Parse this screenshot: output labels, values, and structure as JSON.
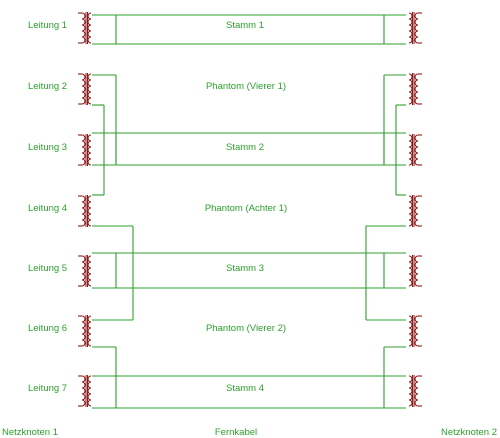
{
  "colors": {
    "wire": "#2ea02e",
    "coil": "#8b1a1a",
    "text": "#2ea02e"
  },
  "lines": [
    "Leitung 1",
    "Leitung 2",
    "Leitung 3",
    "Leitung 4",
    "Leitung 5",
    "Leitung 6",
    "Leitung 7"
  ],
  "circuits": [
    "Stamm 1",
    "Phantom (Vierer 1)",
    "Stamm 2",
    "Phantom (Achter 1)",
    "Stamm 3",
    "Phantom (Vierer 2)",
    "Stamm 4"
  ],
  "footer": {
    "left": "Netzknoten 1",
    "center": "Fernkabel",
    "right": "Netzknoten 2"
  }
}
